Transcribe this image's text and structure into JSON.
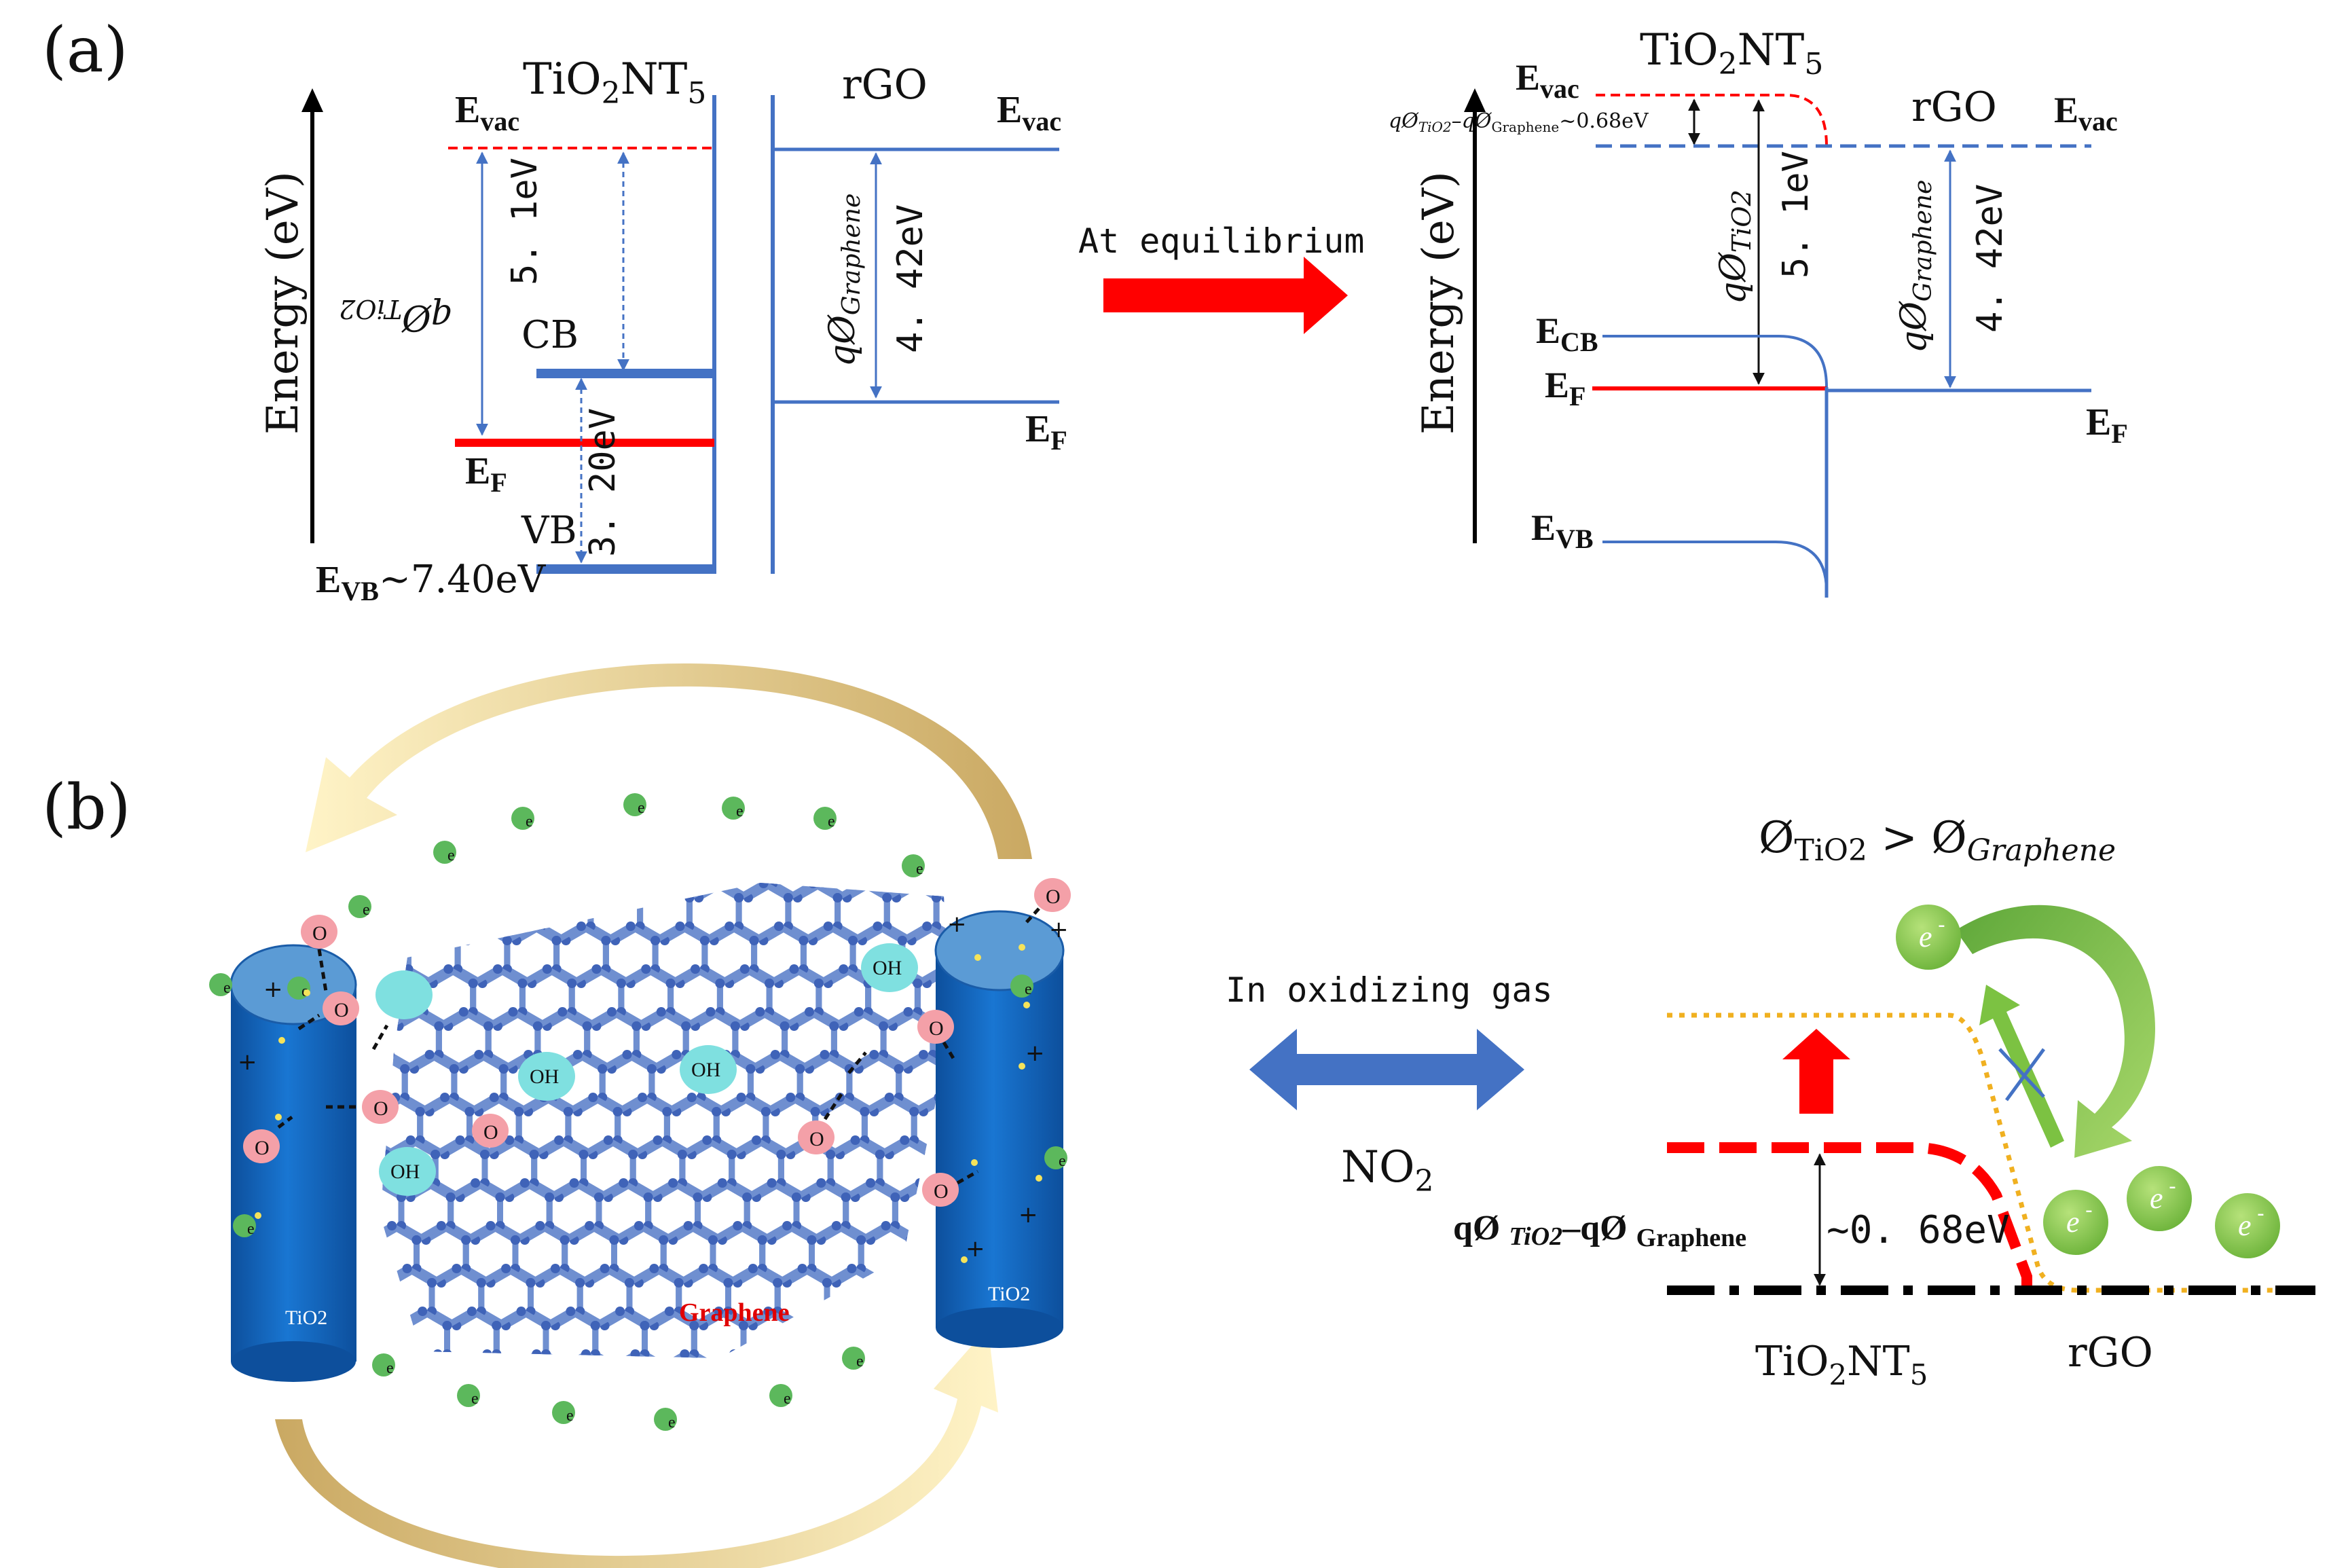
{
  "panel_a": {
    "label": "(a)",
    "left": {
      "energy_axis": "Energy (eV)",
      "tio2_title": "TiO",
      "tio2_sub": "2",
      "tio2_title2": "NT",
      "tio2_sub2": "5",
      "evac_main": "E",
      "evac_sub": "vac",
      "cb": "CB",
      "vb": "VB",
      "ef_main": "E",
      "ef_sub": "F",
      "evb_main": "E",
      "evb_sub": "VB",
      "evb_value": "~7.40eV",
      "phi_tio2": "qØ",
      "phi_tio2_sub": "TiO2",
      "phi_tio2_val": "5. 1eV",
      "bandgap": "3. 20eV",
      "rgo_title": "rGO",
      "rgo_evac_main": "E",
      "rgo_evac_sub": "vac",
      "rgo_ef_main": "E",
      "rgo_ef_sub": "F",
      "phi_graphene": "qØ",
      "phi_graphene_sub": "Graphene",
      "phi_graphene_val": "4. 42eV"
    },
    "arrow_label": "At equilibrium",
    "right": {
      "energy_axis": "Energy (eV)",
      "tio2_title": "TiO",
      "tio2_sub": "2",
      "tio2_title2": "NT",
      "tio2_sub2": "5",
      "evac_main": "E",
      "evac_sub": "vac",
      "offset_text_a": "qØ",
      "offset_text_a_sub": "TiO2",
      "offset_text_b": "–qØ",
      "offset_text_b_sub": "Graphene",
      "offset_val": "~0.68eV",
      "rgo_title": "rGO",
      "rgo_evac_main": "E",
      "rgo_evac_sub": "vac",
      "ecb_main": "E",
      "ecb_sub": "CB",
      "ef_main": "E",
      "ef_sub": "F",
      "evb_main": "E",
      "evb_sub": "VB",
      "rgo_ef_main": "E",
      "rgo_ef_sub": "F",
      "phi_tio2": "qØ",
      "phi_tio2_sub": "TiO2",
      "phi_tio2_val": "5. 1eV",
      "phi_graphene": "qØ",
      "phi_graphene_sub": "Graphene",
      "phi_graphene_val": "4. 42eV"
    }
  },
  "panel_b": {
    "label": "(b)",
    "tio2_left": "TiO2",
    "tio2_right": "TiO2",
    "graphene": "Graphene",
    "electron": "e",
    "oxygen": "O",
    "hydroxyl": "OH",
    "plus": "+",
    "gas_label": "In oxidizing gas",
    "gas_main": "NO",
    "gas_sub": "2",
    "inequality_a": "Ø",
    "inequality_a_sub": "TiO2",
    "inequality_op": " > ",
    "inequality_b": "Ø",
    "inequality_b_sub": "Graphene",
    "barrier_a": "qØ ",
    "barrier_a_sub": "TiO2",
    "barrier_b": "–qØ ",
    "barrier_b_sub": "Graphene",
    "barrier_val": "~0. 68eV",
    "tio2_label": "TiO",
    "tio2_label_sub": "2",
    "tio2_label2": "NT",
    "tio2_label_sub2": "5",
    "rgo_label": "rGO",
    "e_minus": "e",
    "minus": "-"
  },
  "colors": {
    "band_blue": "#4472c4",
    "fermi_red": "#ff0000",
    "arrow_red": "#ff0000",
    "double_arrow_blue": "#4472c4",
    "tube_blue": "#1565c0",
    "electron_green": "#7cc242",
    "oxygen_pink": "#f4a0a8",
    "hydroxyl_cyan": "#7fe0e0",
    "orbit_gold": "#d8b86a",
    "dotted_orange": "#f0b020"
  }
}
